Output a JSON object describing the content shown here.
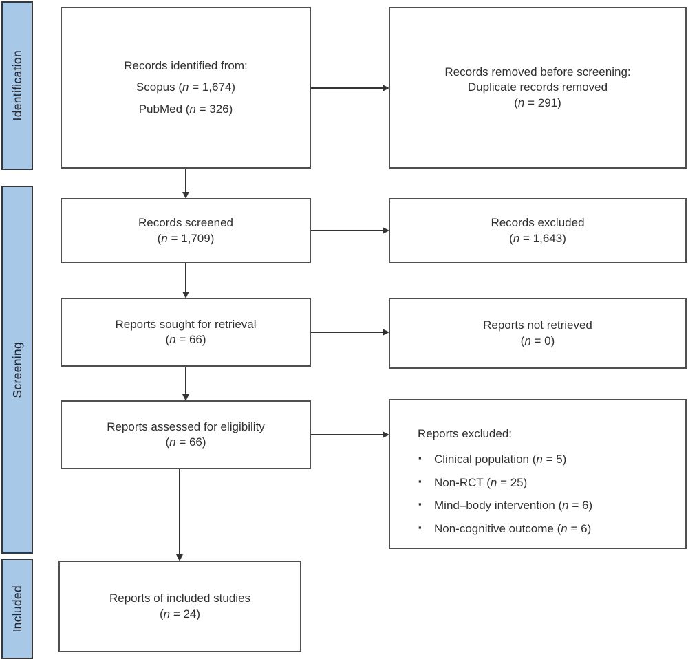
{
  "diagram": {
    "type": "prisma-flow",
    "stages": [
      {
        "label": "Identification"
      },
      {
        "label": "Screening"
      },
      {
        "label": "Included"
      }
    ],
    "boxes": {
      "records_identified": {
        "lines": [
          "Records identified from:",
          "Scopus (n = 1,674)",
          "PubMed (n = 326)"
        ]
      },
      "records_removed": {
        "lines": [
          "Records removed before screening:",
          "Duplicate records removed",
          "(n = 291)"
        ]
      },
      "records_screened": {
        "lines": [
          "Records screened",
          "(n = 1,709)"
        ]
      },
      "records_excluded": {
        "lines": [
          "Records excluded",
          "(n = 1,643)"
        ]
      },
      "reports_sought": {
        "lines": [
          "Reports sought for retrieval",
          "(n = 66)"
        ]
      },
      "reports_not_retrieved": {
        "lines": [
          "Reports not retrieved",
          "(n = 0)"
        ]
      },
      "reports_assessed": {
        "lines": [
          "Reports assessed for eligibility",
          "(n = 66)"
        ]
      },
      "reports_excluded": {
        "title": "Reports excluded:",
        "items": [
          "Clinical population (n = 5)",
          "Non-RCT (n = 25)",
          "Mind–body intervention (n = 6)",
          "Non-cognitive outcome (n = 6)"
        ]
      },
      "reports_included": {
        "lines": [
          "Reports of included studies",
          "(n = 24)"
        ]
      }
    },
    "colors": {
      "stage_fill": "#a8c8e8",
      "stage_border": "#38383a",
      "box_border": "#4f4f51",
      "arrow": "#343436",
      "text": "#303032",
      "background": "#ffffff"
    }
  }
}
